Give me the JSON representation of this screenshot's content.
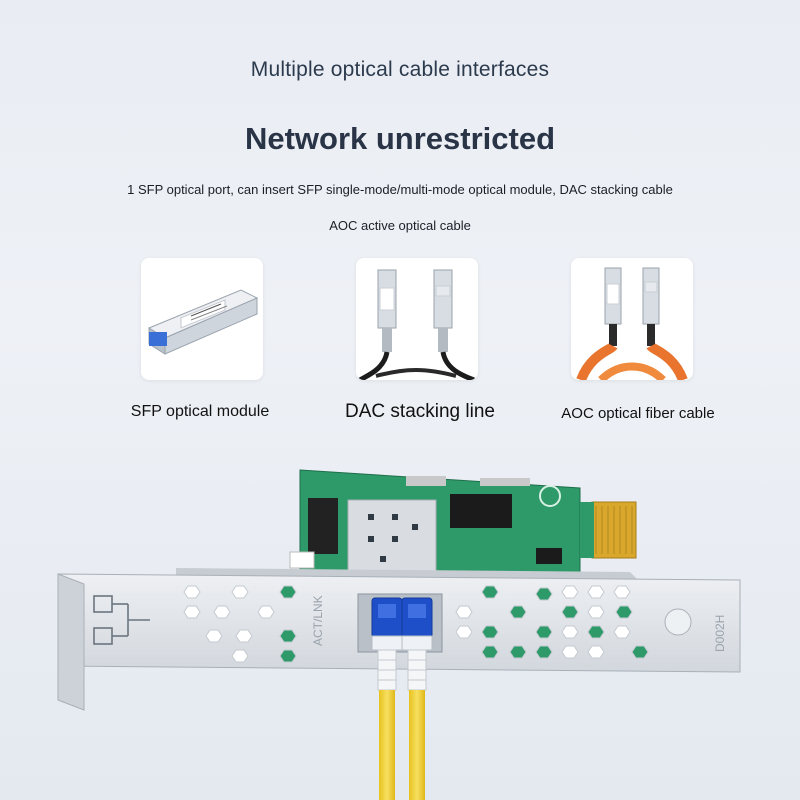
{
  "header": {
    "subtitle": "Multiple optical cable interfaces",
    "title": "Network unrestricted",
    "description_line1": "1 SFP optical port, can insert SFP single-mode/multi-mode optical module, DAC stacking cable",
    "description_line2": "AOC active optical cable"
  },
  "options": [
    {
      "label": "SFP optical module",
      "icon": "sfp-module-image"
    },
    {
      "label": "DAC stacking line",
      "icon": "dac-cable-image"
    },
    {
      "label": "AOC optical fiber cable",
      "icon": "aoc-cable-image"
    }
  ],
  "bracket": {
    "port_label": "ACT/LNK",
    "model": "D002H"
  },
  "colors": {
    "pcb_green": "#2e9a6a",
    "bracket_silver": "#d9dde2",
    "connector_blue": "#1f4fc8",
    "fiber_yellow": "#f2d22e"
  }
}
